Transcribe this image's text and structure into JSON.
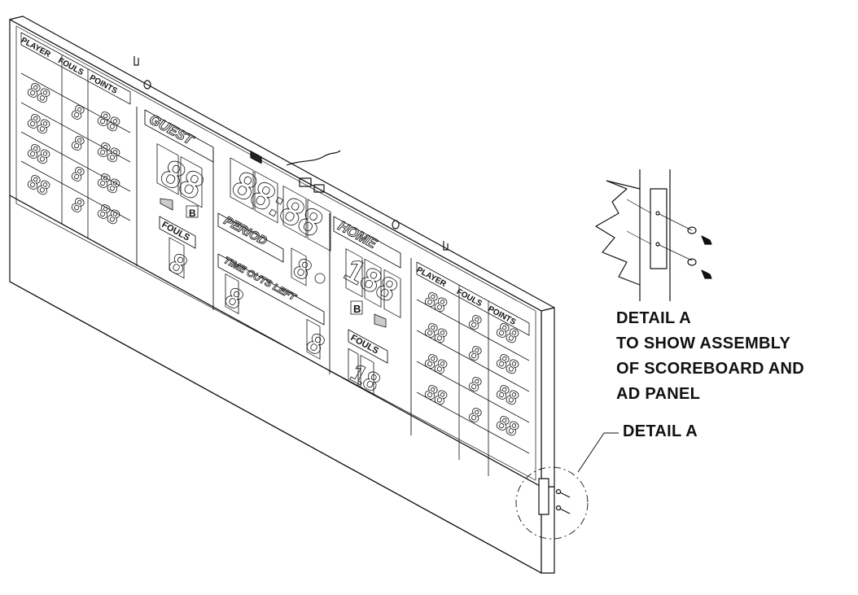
{
  "guest_panel": {
    "team_label": "GUEST",
    "score": "88",
    "bonus": "B",
    "fouls_label": "FOULS",
    "fouls_value": "8"
  },
  "home_panel": {
    "team_label": "HOME",
    "score": "188",
    "bonus": "B",
    "fouls_label": "FOULS",
    "fouls_value": "18"
  },
  "center_panel": {
    "clock": "88:88",
    "period_label": "PERIOD",
    "period_value": "8",
    "timeouts_label": "TIME OUTS LEFT",
    "timeouts_guest": "8",
    "timeouts_home": "8"
  },
  "player_tables": {
    "header": [
      "PLAYER",
      "FOULS",
      "POINTS"
    ],
    "player_digits": "88",
    "fouls_digit": "8",
    "points_digits": "88"
  },
  "detail_callout": {
    "lines": [
      "DETAIL A",
      "TO SHOW ASSEMBLY",
      "OF SCOREBOARD AND",
      "AD PANEL"
    ],
    "label": "DETAIL A"
  },
  "colors": {
    "line": "#111111",
    "fill": "#ffffff",
    "faint": "#888888"
  }
}
